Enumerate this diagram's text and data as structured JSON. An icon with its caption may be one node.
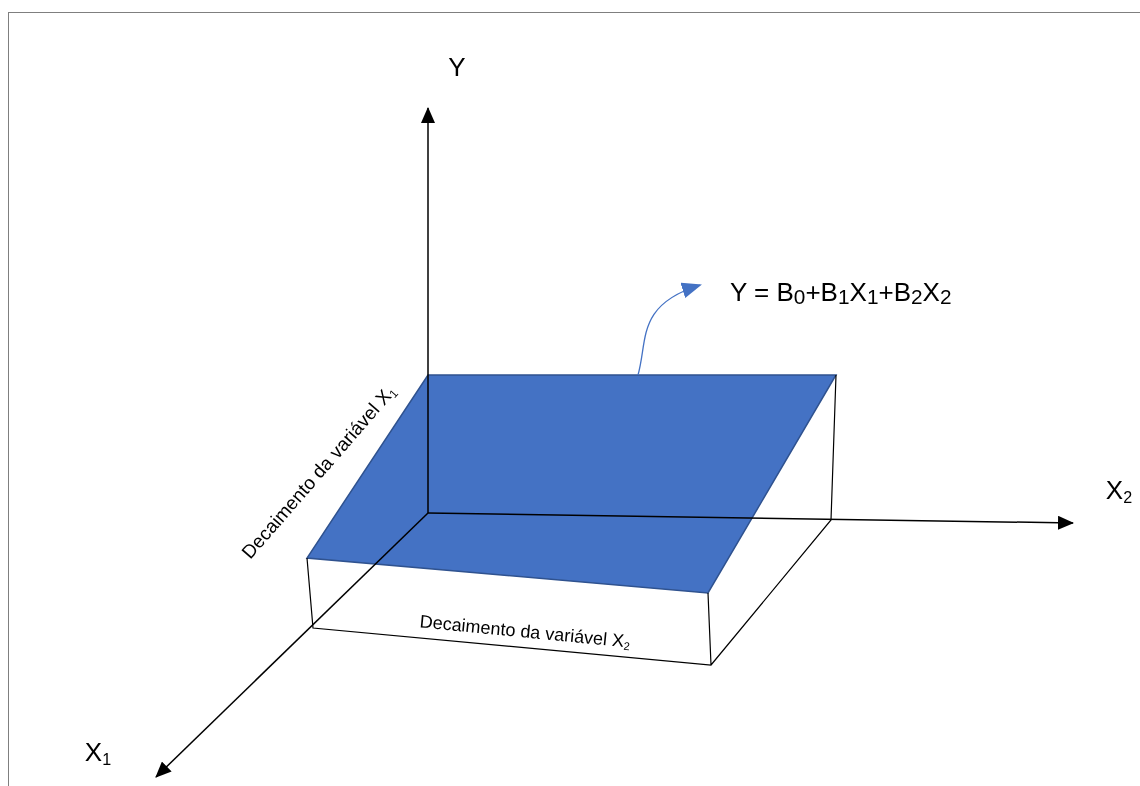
{
  "diagram": {
    "nodes": [
      {
        "text": [],
        "shape": "parallelogram"
      },
      {
        "text": [
          "Y = B$_{0}$+B$_{1}$X$_{1}$+B$_{2}$X$_{2}$"
        ]
      }
    ],
    "edges": [
      {
        "from": 0,
        "to": 1,
        "arrow": "to",
        "color": "#4472c4"
      }
    ],
    "labels": [
      "Y",
      "X$_{2}$",
      "X$_{1}$",
      "Decaimento da variável X$_{1}$",
      "Decaimento da variável X$_{2}$"
    ]
  }
}
